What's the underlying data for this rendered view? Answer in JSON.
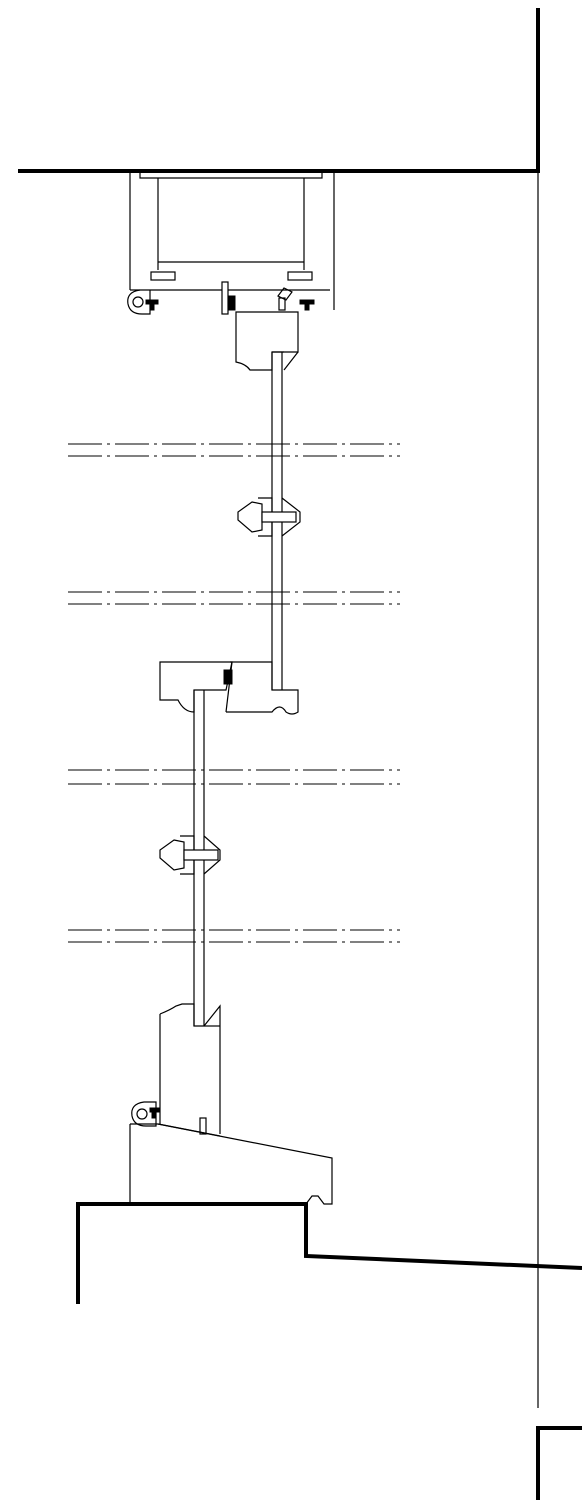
{
  "drawing": {
    "type": "window section detail",
    "components": [
      "wall-opening-head",
      "head-frame",
      "upper-sash-top-rail",
      "upper-glazing",
      "upper-glazing-bar",
      "meeting-rails",
      "lower-glazing",
      "lower-glazing-bar",
      "lower-sash-bottom-rail",
      "sill",
      "wall-opening-sill",
      "wall-face-line"
    ],
    "break_lines": 4,
    "stroke_color": "#000000",
    "background_color": "#ffffff"
  }
}
